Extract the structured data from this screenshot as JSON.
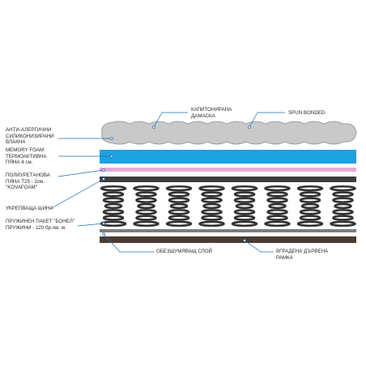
{
  "labels": {
    "quilted_damask": [
      "КАПИТОНИРАНА",
      "ДАМАСКА"
    ],
    "spun_bonded": [
      "SPUN BONDED"
    ],
    "anti_allergic": [
      "АНТИ-АЛЕРГИЧНИ",
      "СИЛИКОНИЗИРАНИ",
      "ВЛАКНА"
    ],
    "memory_foam": [
      "MEMORY FOAM",
      "ТЕРМОАКТИВНА",
      "ПЯНА 4 см."
    ],
    "polyurethane": [
      "ПОЛИУРЕТАНОВА",
      "ПЯНА Т25 - 2см.",
      "\"KOVAFOAM\""
    ],
    "reinforcing_rail": [
      "УКРЕПВАЩА ШИНА"
    ],
    "bonnell": [
      "ПРУЖИНЕН ПАКЕТ \"БОНЕЛ\"",
      "ПРУЖИНИ - 120 бр./кв. м."
    ],
    "noise_damping": [
      "ОБЕЗШУМЯВАЩ СЛОЙ"
    ],
    "wooden_frame": [
      "ВГРАДЕНА ДЪРВЕНА",
      "РАМКА"
    ]
  },
  "colors": {
    "fiber": "#c9c9c9",
    "fiber_stroke": "#8a8a8a",
    "memory_foam": "#1ea1e0",
    "pink": "#e7a9d8",
    "dark": "#3c3c3c",
    "spring": "#333333",
    "grey_layer": "#7d7d7d",
    "wood": "#4a3b33",
    "leader": "#1c6fb3"
  }
}
